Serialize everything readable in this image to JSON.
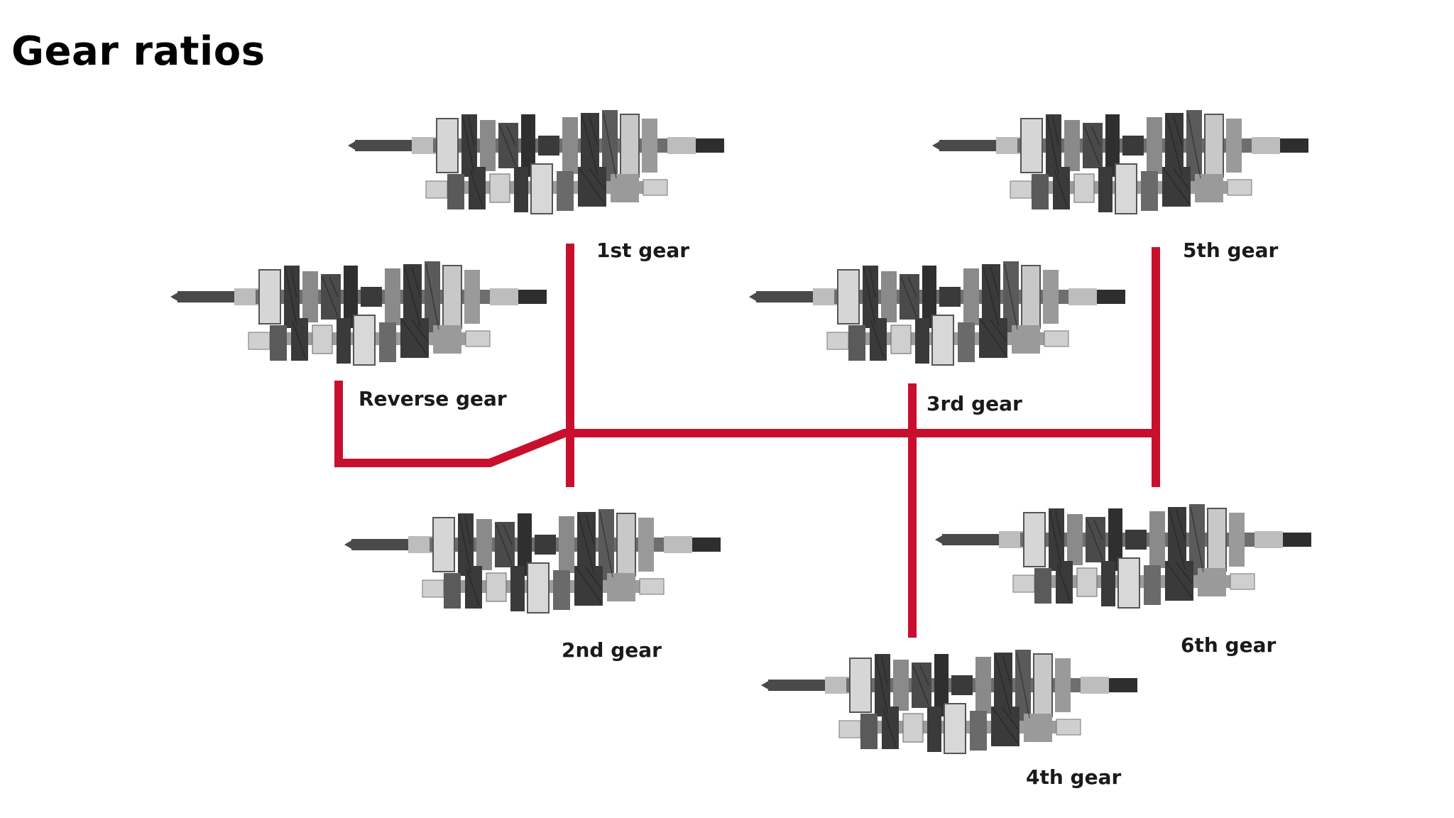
{
  "title": "Gear ratios",
  "colors": {
    "shift_path": "#c8102e",
    "label": "#1a1a1a",
    "gear_dark": "#3a3a3a",
    "gear_mid": "#8a8a8a",
    "gear_light": "#d6d6d6"
  },
  "gears": [
    {
      "id": "reverse",
      "label": "Reverse gear"
    },
    {
      "id": "1st",
      "label": "1st gear"
    },
    {
      "id": "2nd",
      "label": "2nd gear"
    },
    {
      "id": "3rd",
      "label": "3rd gear"
    },
    {
      "id": "4th",
      "label": "4th gear"
    },
    {
      "id": "5th",
      "label": "5th gear"
    },
    {
      "id": "6th",
      "label": "6th gear"
    }
  ]
}
